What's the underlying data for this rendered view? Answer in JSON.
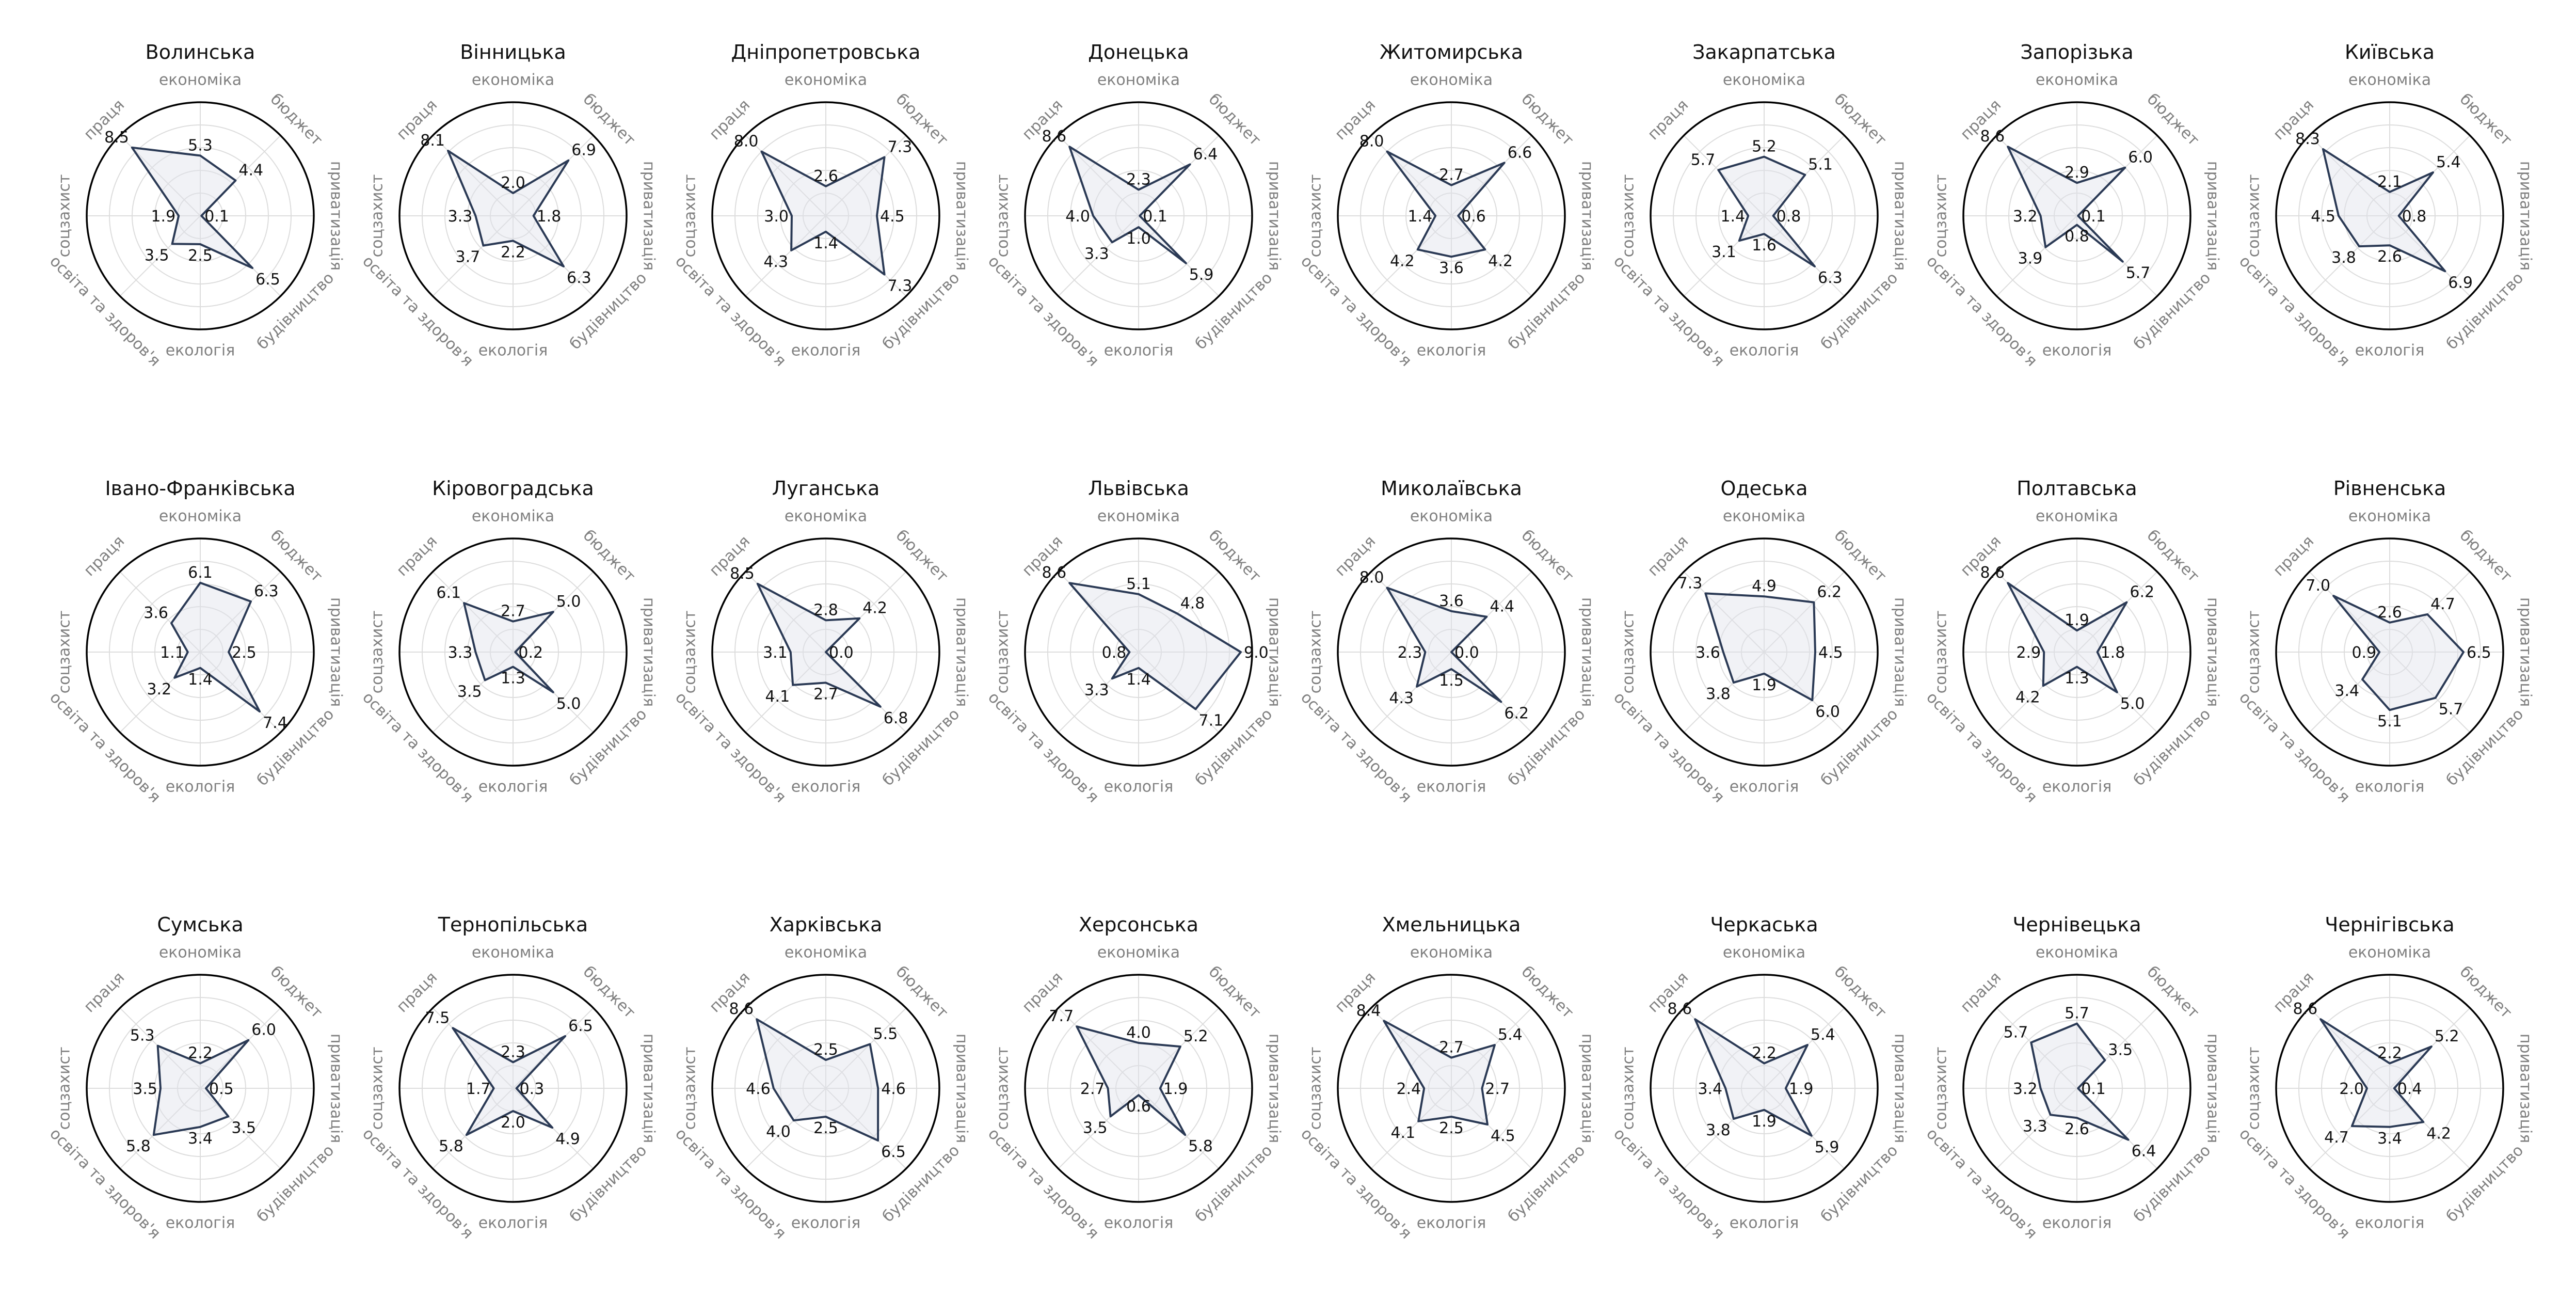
{
  "style": {
    "line_color": "#2b3a55",
    "fill_color": "#dfe3ea",
    "grid_color": "#dddddd",
    "outer_ring_color": "#000000",
    "axis_label_color": "#808080"
  },
  "chart_data": {
    "type": "radar",
    "axes": [
      "економіка",
      "бюджет",
      "приватизація",
      "будівництво",
      "екологія",
      "освіта та здоров'я",
      "соцзахист",
      "праця"
    ],
    "rmax": 10,
    "grid_rings": [
      2,
      4,
      6,
      8
    ],
    "panels": [
      {
        "title": "Волинська",
        "values": [
          5.3,
          4.4,
          0.1,
          6.5,
          2.5,
          3.5,
          1.9,
          8.5
        ]
      },
      {
        "title": "Вінницька",
        "values": [
          2.0,
          6.9,
          1.8,
          6.3,
          2.2,
          3.7,
          3.3,
          8.1
        ]
      },
      {
        "title": "Дніпропетровська",
        "values": [
          2.6,
          7.3,
          4.5,
          7.3,
          1.4,
          4.3,
          3.0,
          8.0
        ]
      },
      {
        "title": "Донецька",
        "values": [
          2.3,
          6.4,
          0.1,
          5.9,
          1.0,
          3.3,
          4.0,
          8.6
        ]
      },
      {
        "title": "Житомирська",
        "values": [
          2.7,
          6.6,
          0.6,
          4.2,
          3.6,
          4.2,
          1.4,
          8.0
        ]
      },
      {
        "title": "Закарпатська",
        "values": [
          5.2,
          5.1,
          0.8,
          6.3,
          1.6,
          3.1,
          1.4,
          5.7
        ]
      },
      {
        "title": "Запорізька",
        "values": [
          2.9,
          6.0,
          0.1,
          5.7,
          0.8,
          3.9,
          3.2,
          8.6
        ]
      },
      {
        "title": "Київська",
        "values": [
          2.1,
          5.4,
          0.8,
          6.9,
          2.6,
          3.8,
          4.5,
          8.3
        ]
      },
      {
        "title": "Івано-Франківська",
        "values": [
          6.1,
          6.3,
          2.5,
          7.4,
          1.4,
          3.2,
          1.1,
          3.6
        ]
      },
      {
        "title": "Кіровоградська",
        "values": [
          2.7,
          5.0,
          0.2,
          5.0,
          1.3,
          3.5,
          3.3,
          6.1
        ]
      },
      {
        "title": "Луганська",
        "values": [
          2.8,
          4.2,
          0.0,
          6.8,
          2.7,
          4.1,
          3.1,
          8.5
        ]
      },
      {
        "title": "Львівська",
        "values": [
          5.1,
          4.8,
          9.0,
          7.1,
          1.4,
          3.3,
          0.8,
          8.6
        ]
      },
      {
        "title": "Миколаївська",
        "values": [
          3.6,
          4.4,
          0.0,
          6.2,
          1.5,
          4.3,
          2.3,
          8.0
        ]
      },
      {
        "title": "Одеська",
        "values": [
          4.9,
          6.2,
          4.5,
          6.0,
          1.9,
          3.8,
          3.6,
          7.3
        ]
      },
      {
        "title": "Полтавська",
        "values": [
          1.9,
          6.2,
          1.8,
          5.0,
          1.3,
          4.2,
          2.9,
          8.6
        ]
      },
      {
        "title": "Рівненська",
        "values": [
          2.6,
          4.7,
          6.5,
          5.7,
          5.1,
          3.4,
          0.9,
          7.0
        ]
      },
      {
        "title": "Сумська",
        "values": [
          2.2,
          6.0,
          0.5,
          3.5,
          3.4,
          5.8,
          3.5,
          5.3
        ]
      },
      {
        "title": "Тернопільська",
        "values": [
          2.3,
          6.5,
          0.3,
          4.9,
          2.0,
          5.8,
          1.7,
          7.5
        ]
      },
      {
        "title": "Харківська",
        "values": [
          2.5,
          5.5,
          4.6,
          6.5,
          2.5,
          4.0,
          4.6,
          8.6
        ]
      },
      {
        "title": "Херсонська",
        "values": [
          4.0,
          5.2,
          1.9,
          5.8,
          0.6,
          3.5,
          2.7,
          7.7
        ]
      },
      {
        "title": "Хмельницька",
        "values": [
          2.7,
          5.4,
          2.7,
          4.5,
          2.5,
          4.1,
          2.4,
          8.4
        ]
      },
      {
        "title": "Черкаська",
        "values": [
          2.2,
          5.4,
          1.9,
          5.9,
          1.9,
          3.8,
          3.4,
          8.6
        ]
      },
      {
        "title": "Чернівецька",
        "values": [
          5.7,
          3.5,
          0.1,
          6.4,
          2.6,
          3.3,
          3.2,
          5.7
        ]
      },
      {
        "title": "Чернігівська",
        "values": [
          2.2,
          5.2,
          0.4,
          4.2,
          3.4,
          4.7,
          2.0,
          8.6
        ]
      }
    ]
  }
}
